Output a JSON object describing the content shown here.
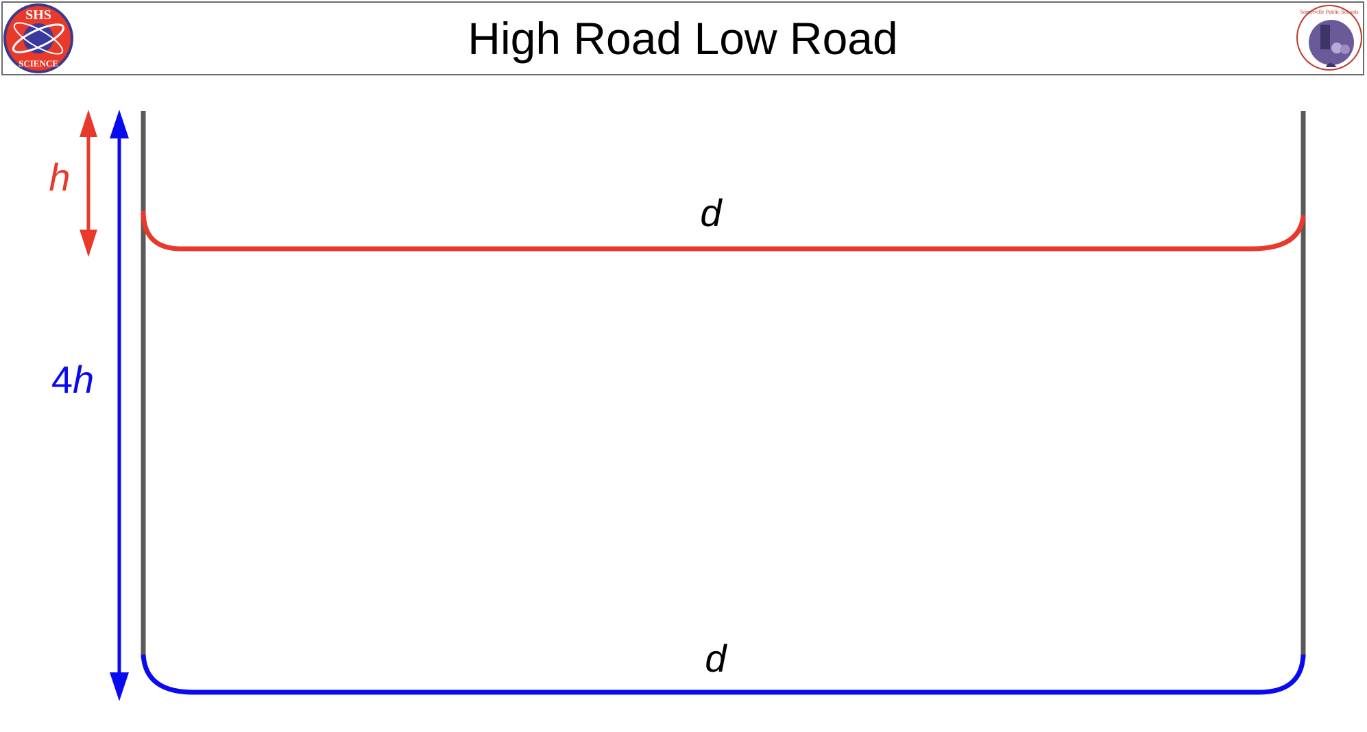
{
  "header": {
    "title": "High Road Low Road",
    "left_logo": {
      "icon": "shs-science-logo-icon",
      "line1": "SHS",
      "line2": "SCIENCE"
    },
    "right_logo": {
      "icon": "somerville-public-schools-seal-icon",
      "text": "Somerville Public Schools"
    }
  },
  "diagram": {
    "high_road": {
      "label": "d",
      "color": "#e8392b"
    },
    "low_road": {
      "label": "d",
      "color": "#0a0af0"
    },
    "walls": {
      "color": "#5a5a5a"
    },
    "high_height": {
      "label": "h",
      "color": "#e8392b"
    },
    "low_height": {
      "label_prefix": "4",
      "label_var": "h",
      "color": "#0a0af0"
    }
  }
}
